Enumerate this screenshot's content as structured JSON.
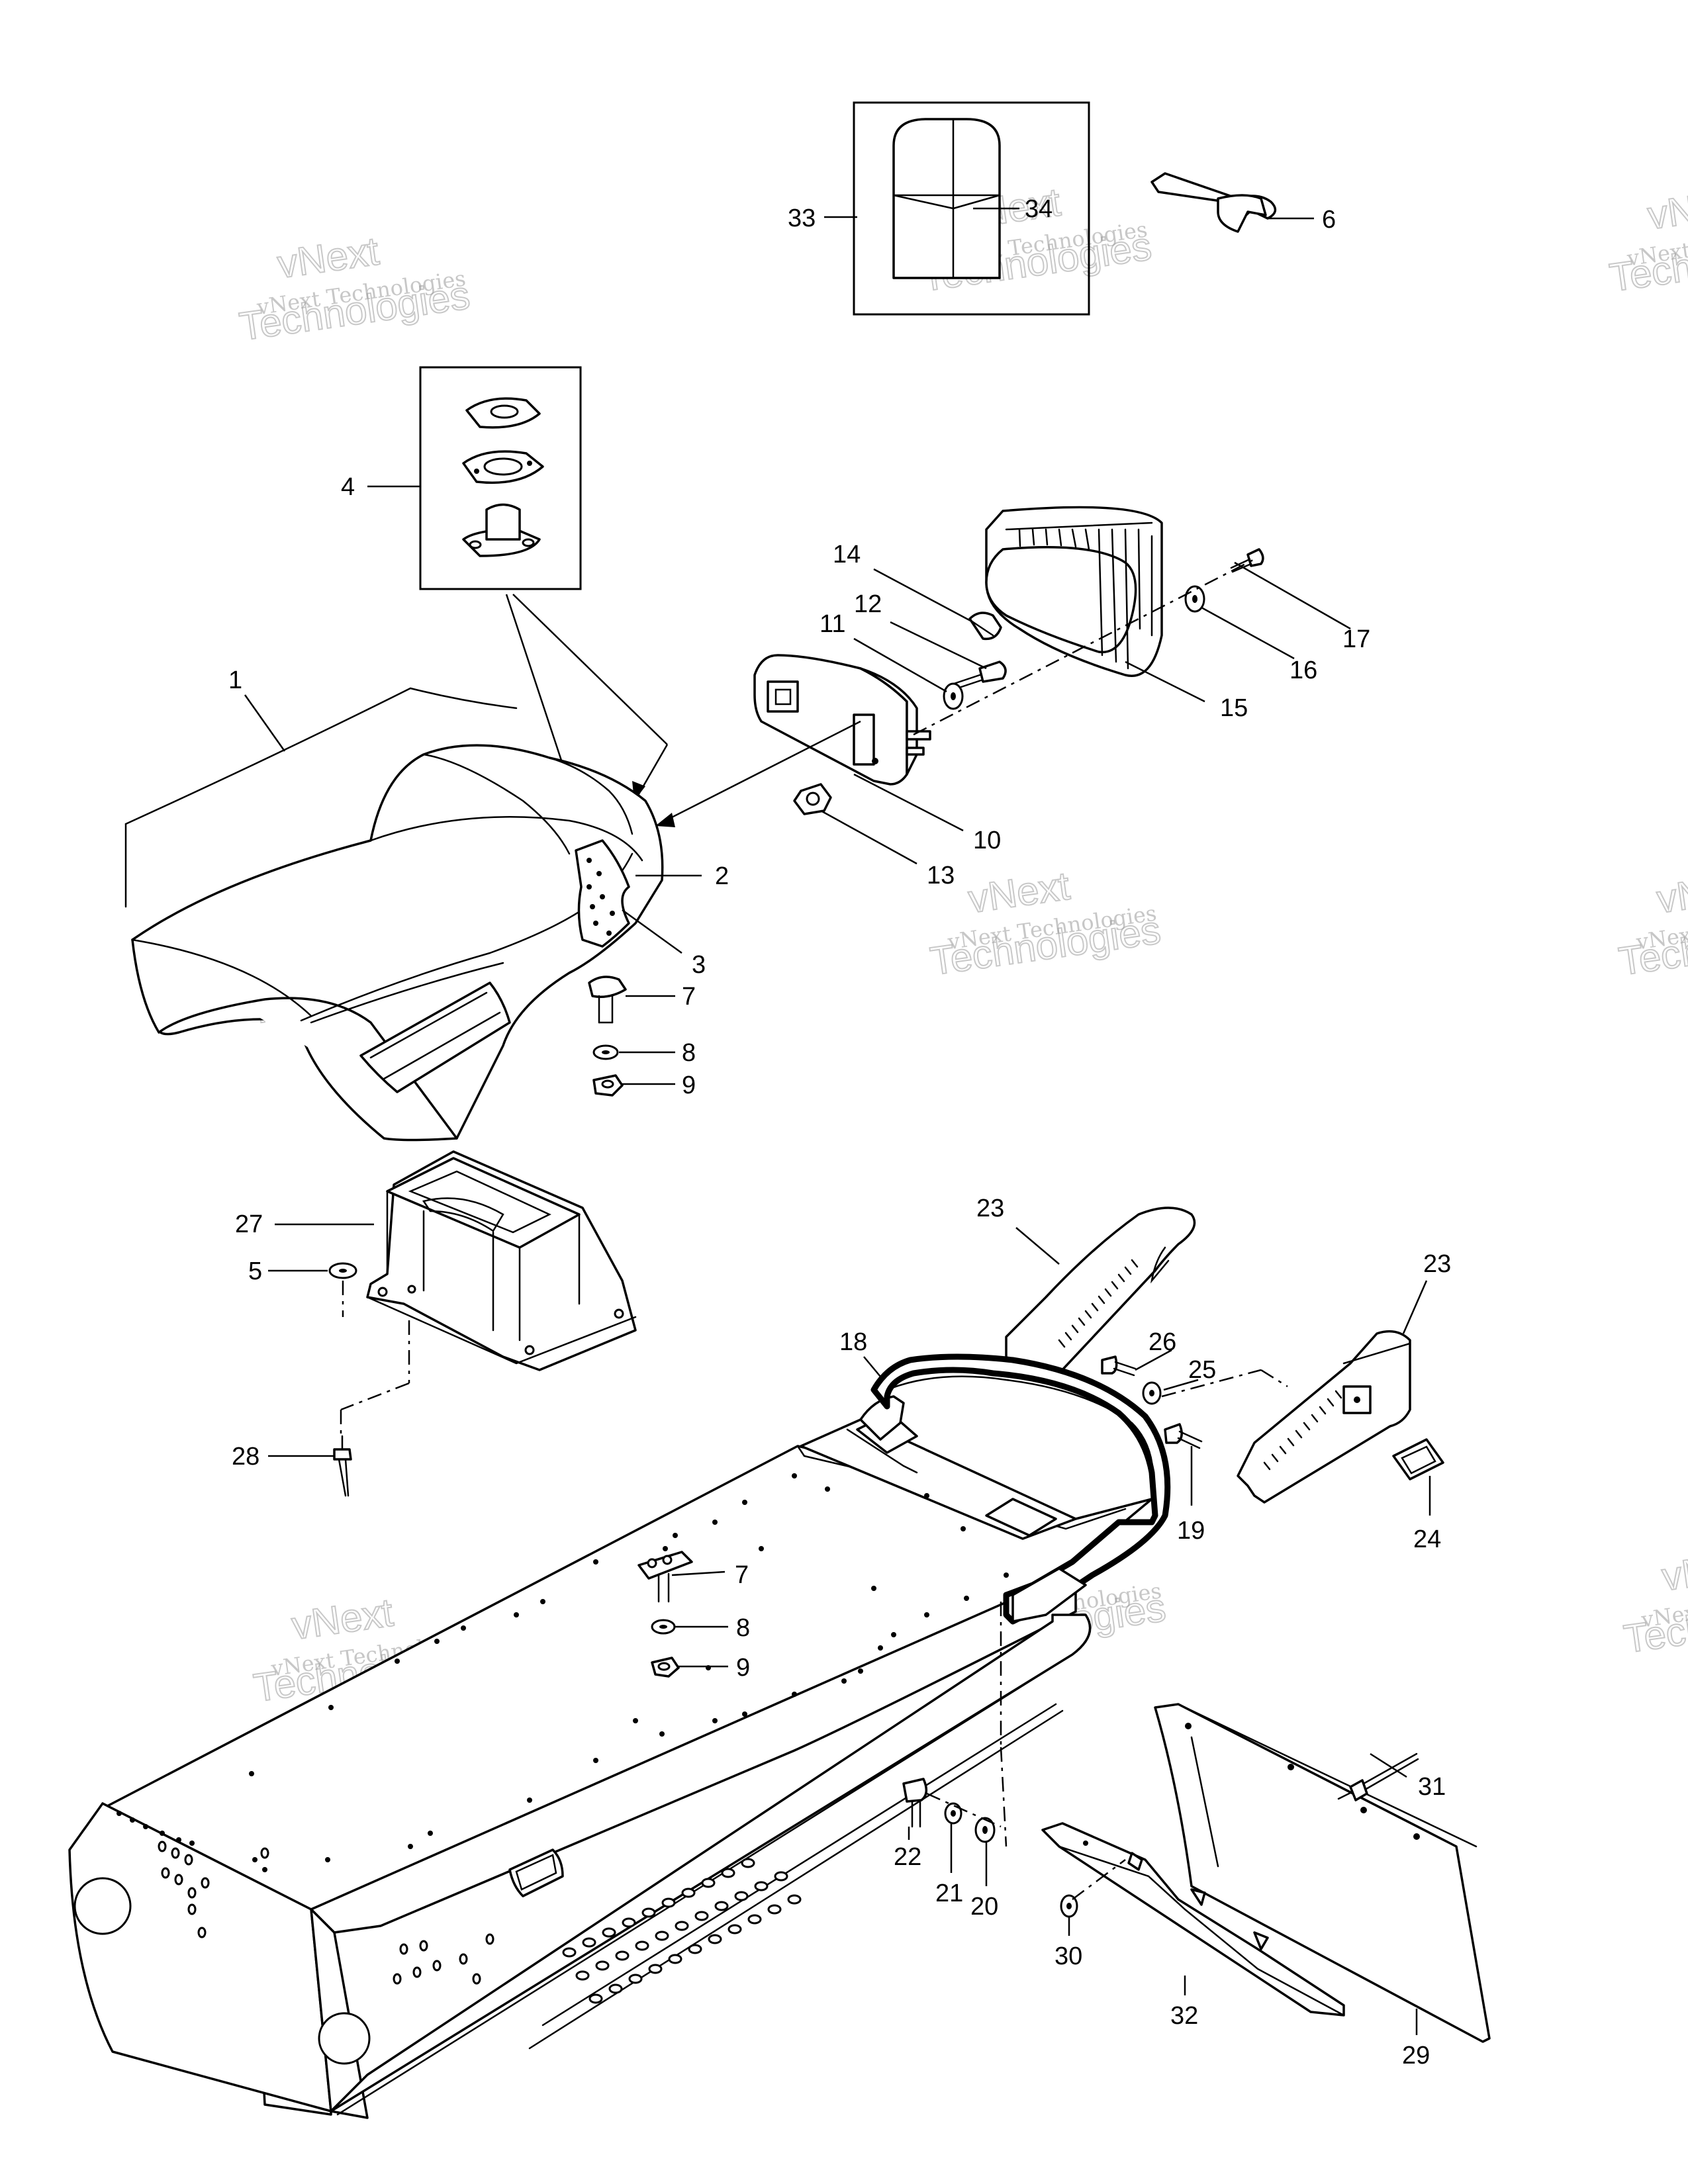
{
  "watermark": {
    "line1": "vNext Technologies",
    "line2": "vNext",
    "line3": "Technologies"
  },
  "callouts": [
    {
      "id": "33",
      "label": "33"
    },
    {
      "id": "34",
      "label": "34"
    },
    {
      "id": "6",
      "label": "6"
    },
    {
      "id": "4",
      "label": "4"
    },
    {
      "id": "14",
      "label": "14"
    },
    {
      "id": "12",
      "label": "12"
    },
    {
      "id": "11",
      "label": "11"
    },
    {
      "id": "17",
      "label": "17"
    },
    {
      "id": "16",
      "label": "16"
    },
    {
      "id": "15",
      "label": "15"
    },
    {
      "id": "1",
      "label": "1"
    },
    {
      "id": "10",
      "label": "10"
    },
    {
      "id": "13",
      "label": "13"
    },
    {
      "id": "2",
      "label": "2"
    },
    {
      "id": "3",
      "label": "3"
    },
    {
      "id": "7a",
      "label": "7"
    },
    {
      "id": "8a",
      "label": "8"
    },
    {
      "id": "9a",
      "label": "9"
    },
    {
      "id": "27",
      "label": "27"
    },
    {
      "id": "5",
      "label": "5"
    },
    {
      "id": "23a",
      "label": "23"
    },
    {
      "id": "23b",
      "label": "23"
    },
    {
      "id": "18",
      "label": "18"
    },
    {
      "id": "26",
      "label": "26"
    },
    {
      "id": "25",
      "label": "25"
    },
    {
      "id": "28",
      "label": "28"
    },
    {
      "id": "19",
      "label": "19"
    },
    {
      "id": "24",
      "label": "24"
    },
    {
      "id": "7b",
      "label": "7"
    },
    {
      "id": "8b",
      "label": "8"
    },
    {
      "id": "9b",
      "label": "9"
    },
    {
      "id": "31",
      "label": "31"
    },
    {
      "id": "22",
      "label": "22"
    },
    {
      "id": "21",
      "label": "21"
    },
    {
      "id": "20",
      "label": "20"
    },
    {
      "id": "30",
      "label": "30"
    },
    {
      "id": "32",
      "label": "32"
    },
    {
      "id": "29",
      "label": "29"
    }
  ]
}
